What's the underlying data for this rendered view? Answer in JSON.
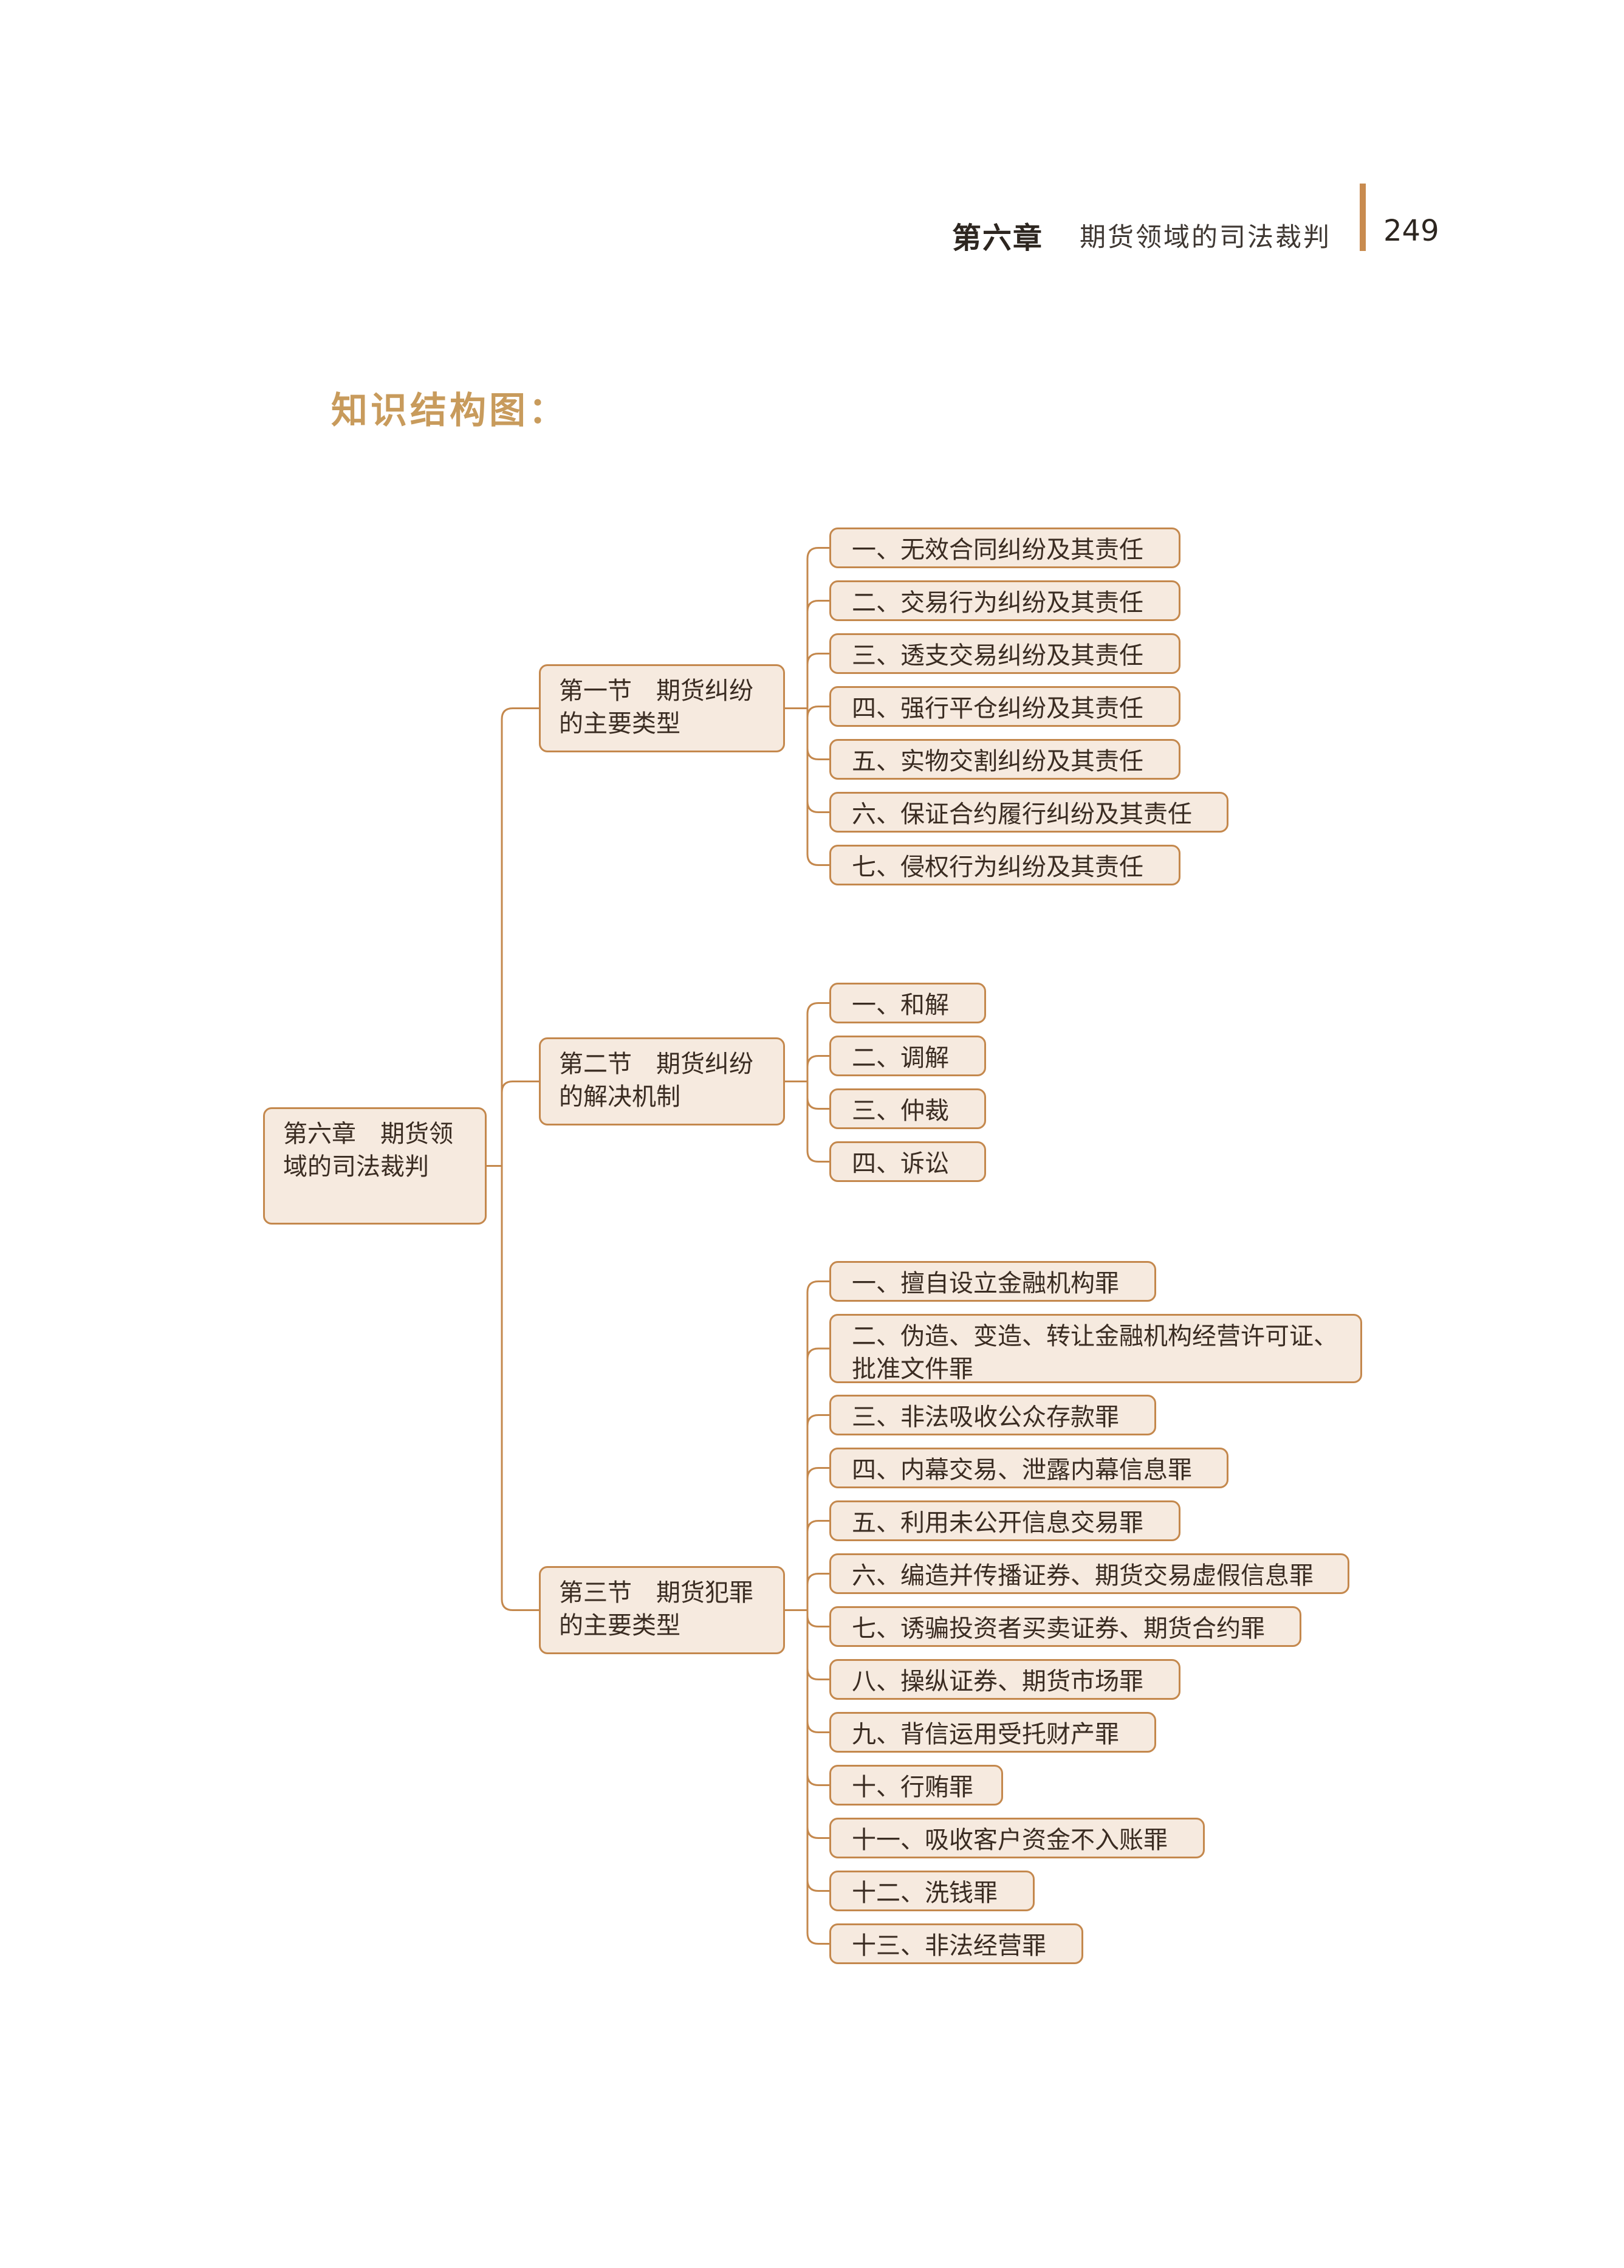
{
  "header": {
    "chapter": "第六章",
    "title": "期货领域的司法裁判",
    "page_number": "249"
  },
  "section_heading": "知识结构图：",
  "diagram": {
    "root": "第六章　期货领\n域的司法裁判",
    "sections": [
      {
        "label": "第一节　期货纠纷\n的主要类型",
        "items": [
          "一、无效合同纠纷及其责任",
          "二、交易行为纠纷及其责任",
          "三、透支交易纠纷及其责任",
          "四、强行平仓纠纷及其责任",
          "五、实物交割纠纷及其责任",
          "六、保证合约履行纠纷及其责任",
          "七、侵权行为纠纷及其责任"
        ]
      },
      {
        "label": "第二节　期货纠纷\n的解决机制",
        "items": [
          "一、和解",
          "二、调解",
          "三、仲裁",
          "四、诉讼"
        ]
      },
      {
        "label": "第三节　期货犯罪\n的主要类型",
        "items": [
          "一、擅自设立金融机构罪",
          "二、伪造、变造、转让金融机构经营许可证、\n批准文件罪",
          "三、非法吸收公众存款罪",
          "四、内幕交易、泄露内幕信息罪",
          "五、利用未公开信息交易罪",
          "六、编造并传播证券、期货交易虚假信息罪",
          "七、诱骗投资者买卖证券、期货合约罪",
          "八、操纵证券、期货市场罪",
          "九、背信运用受托财产罪",
          "十、行贿罪",
          "十一、吸收客户资金不入账罪",
          "十二、洗钱罪",
          "十三、非法经营罪"
        ]
      }
    ]
  },
  "colors": {
    "node_fill": "#f6eadf",
    "node_border": "#c4884d",
    "connector": "#c4884d",
    "heading": "#c89b5c",
    "header_bar": "#c88b4f"
  }
}
